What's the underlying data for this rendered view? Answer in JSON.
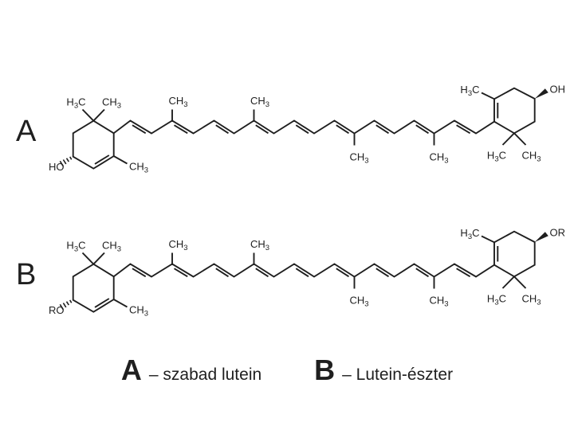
{
  "page": {
    "background": "#ffffff",
    "ink": "#1f1f1f"
  },
  "figure": {
    "label_a": "A",
    "label_b": "B"
  },
  "molecule_labels": {
    "h": "H",
    "sub3": "3",
    "c": "C",
    "ch": "CH",
    "ho": "HO",
    "oh": "OH",
    "ro": "RO",
    "or_group": "OR"
  },
  "caption": {
    "items": [
      {
        "letter": "A",
        "text": "– szabad lutein"
      },
      {
        "letter": "B",
        "text": "– Lutein-észter"
      }
    ]
  }
}
